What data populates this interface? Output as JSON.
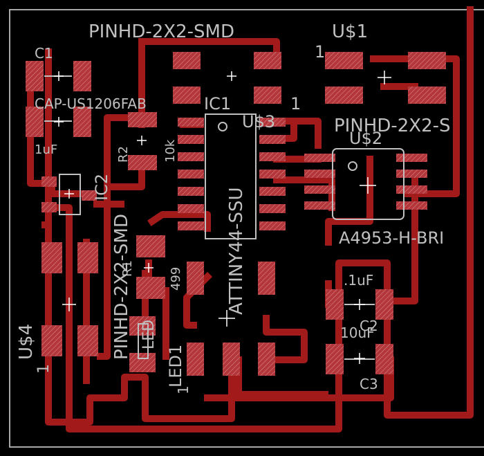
{
  "colors": {
    "background": "#000000",
    "outline": "#a8a8a8",
    "trace": "#a31a1a",
    "pad": "#b3363a",
    "silkscreen": "#c0c0c0"
  },
  "labels": {
    "pinhd_top": "PINHD-2X2-SMD",
    "u1": "U$1",
    "c1": "C1",
    "cap_us": "CAP-US1206FAB",
    "ic1": "IC1",
    "u3": "U$3",
    "pinhd_right": "PINHD-2X2-S",
    "u2": "U$2",
    "c1_value": "1uF",
    "r2": "R2",
    "r2_value": "10k",
    "ic2": "IC2",
    "pinhd_vertical": "PINHD-2X2-SMD",
    "attiny": "ATTINY44-SSU",
    "a4953": "A4953-H-BRI",
    "r1": "R1",
    "r1_value": "499",
    "c2_value": ".1uF",
    "c2": "C2",
    "c3_value": "10uF",
    "c3": "C3",
    "u4": "U$4",
    "pin1_u4": "1",
    "led1": "LED1",
    "led_text": "LED",
    "pin1_u1": "1",
    "pin1_top": "1",
    "pin1_led": "1"
  }
}
